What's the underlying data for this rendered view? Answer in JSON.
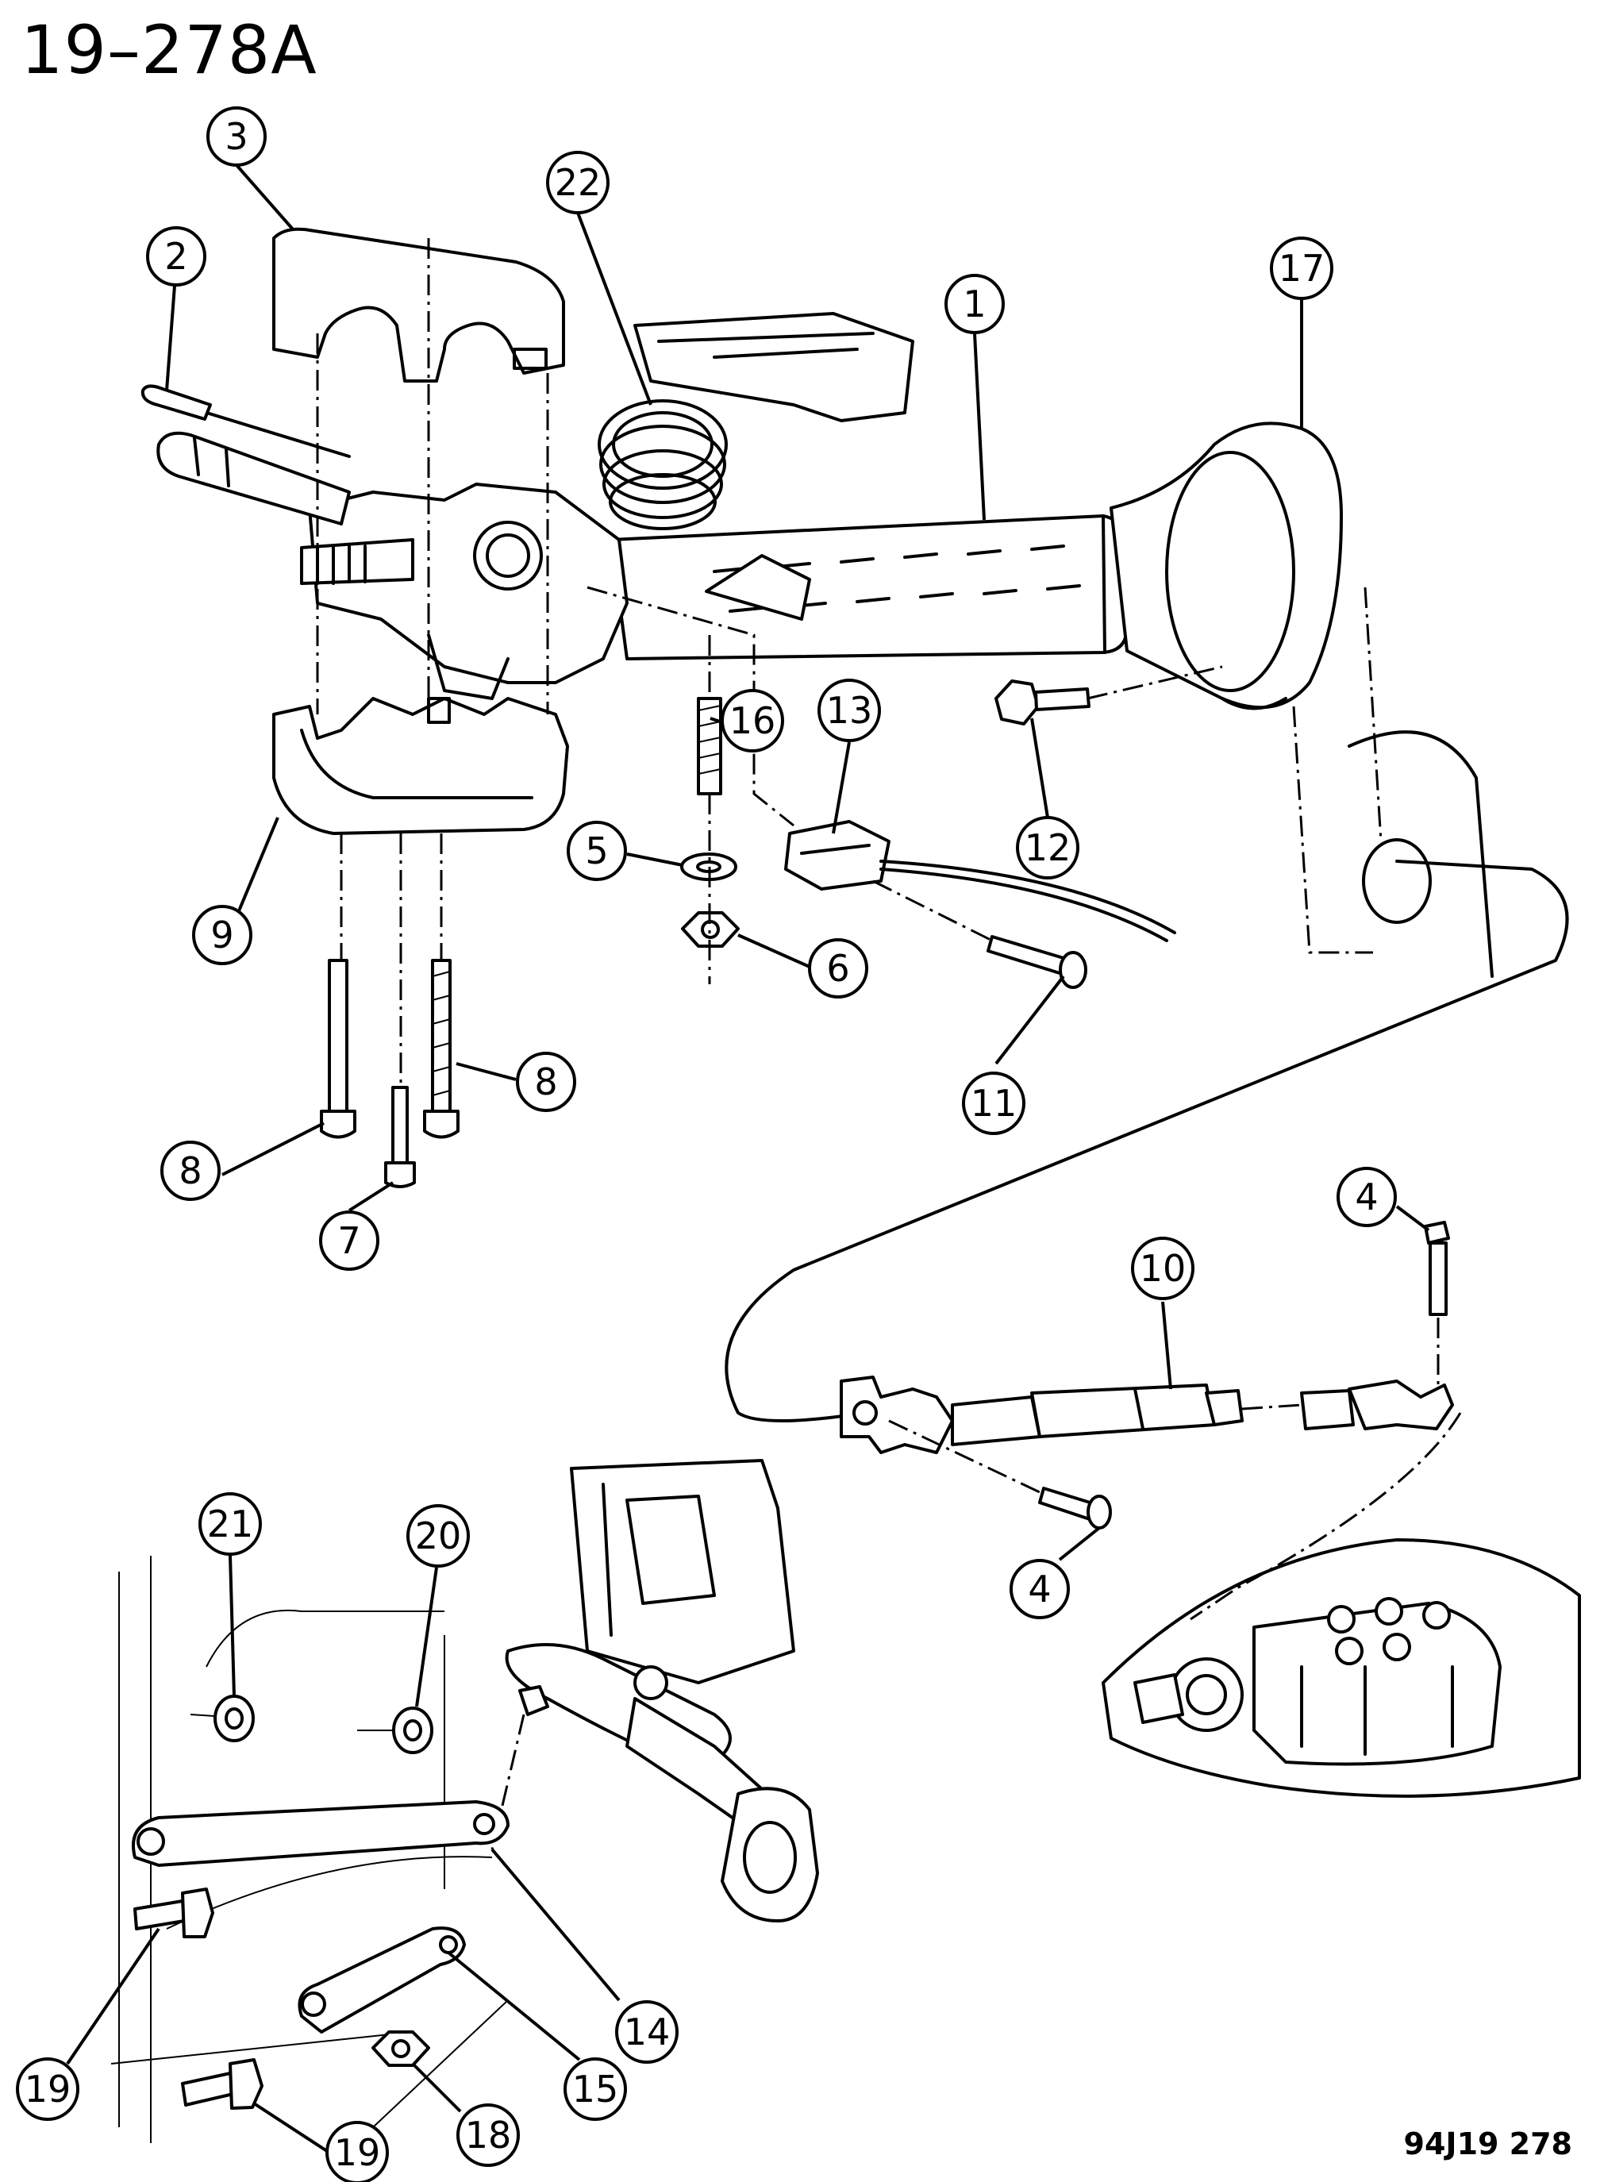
{
  "header": {
    "title": "19–278A"
  },
  "footer": {
    "code": "94J19 278"
  },
  "callouts": [
    {
      "id": "c1",
      "label": "1"
    },
    {
      "id": "c2",
      "label": "2"
    },
    {
      "id": "c3",
      "label": "3"
    },
    {
      "id": "c4a",
      "label": "4"
    },
    {
      "id": "c4b",
      "label": "4"
    },
    {
      "id": "c5",
      "label": "5"
    },
    {
      "id": "c6",
      "label": "6"
    },
    {
      "id": "c7",
      "label": "7"
    },
    {
      "id": "c8a",
      "label": "8"
    },
    {
      "id": "c8b",
      "label": "8"
    },
    {
      "id": "c9",
      "label": "9"
    },
    {
      "id": "c10",
      "label": "10"
    },
    {
      "id": "c11",
      "label": "11"
    },
    {
      "id": "c12",
      "label": "12"
    },
    {
      "id": "c13",
      "label": "13"
    },
    {
      "id": "c14",
      "label": "14"
    },
    {
      "id": "c15",
      "label": "15"
    },
    {
      "id": "c16",
      "label": "16"
    },
    {
      "id": "c17",
      "label": "17"
    },
    {
      "id": "c18",
      "label": "18"
    },
    {
      "id": "c19a",
      "label": "19"
    },
    {
      "id": "c19b",
      "label": "19"
    },
    {
      "id": "c20",
      "label": "20"
    },
    {
      "id": "c21",
      "label": "21"
    },
    {
      "id": "c22",
      "label": "22"
    }
  ]
}
